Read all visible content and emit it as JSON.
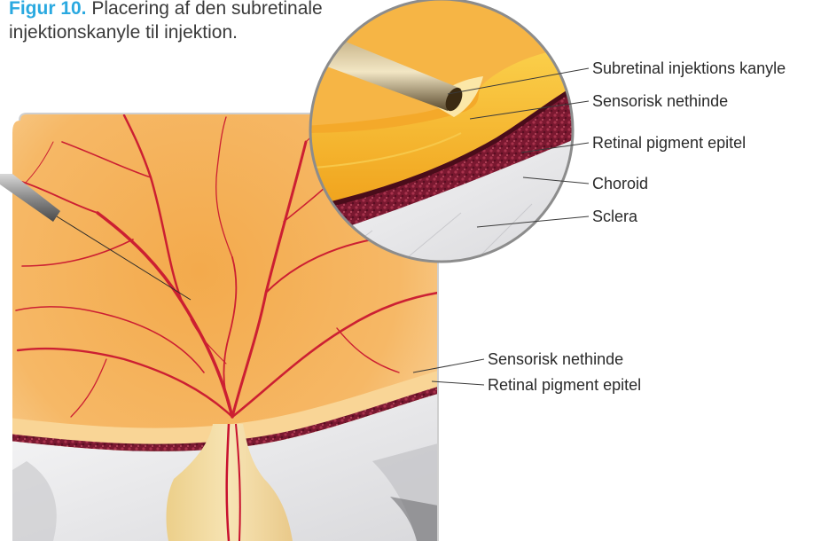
{
  "caption": {
    "figure_label": "Figur 10.",
    "line1_rest": "Placering af den subretinale",
    "line2": "injektionskanyle til injektion."
  },
  "callouts": {
    "needle": "Subretinal injektions kanyle",
    "sensory_retina_zoom": "Sensorisk nethinde",
    "rpe_zoom": "Retinal pigment epitel",
    "choroid": "Choroid",
    "sclera": "Sclera",
    "sensory_retina_main": "Sensorisk nethinde",
    "rpe_main": "Retinal pigment epitel"
  },
  "colors": {
    "caption_accent": "#2aa9e0",
    "retina_orange": "#f2a64a",
    "vessel_red": "#c8102e",
    "choroid_maroon": "#7a1830",
    "optic_nerve": "#f3dca0",
    "sclera_gray": "#e9e9ea"
  }
}
